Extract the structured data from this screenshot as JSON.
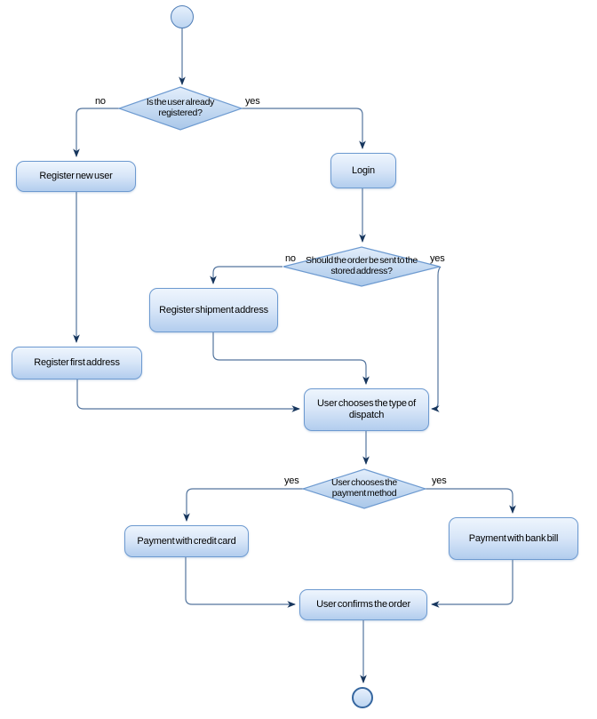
{
  "diagram": {
    "type": "activity-flowchart",
    "nodes": {
      "register_new_user": "Register new user",
      "login": "Login",
      "register_shipment_address": "Register shipment address",
      "register_first_address": "Register first address",
      "choose_dispatch": "User chooses the type of dispatch",
      "payment_credit_card": "Payment with credit card",
      "payment_bank_bill": "Payment with bank bill",
      "confirm_order": "User confirms the order"
    },
    "decisions": {
      "registered": "Is the user already registered?",
      "stored_address": "Should the order be sent to the stored address?",
      "payment_method": "User chooses the payment method"
    },
    "edge_labels": {
      "registered_no": "no",
      "registered_yes": "yes",
      "stored_no": "no",
      "stored_yes": "yes",
      "payment_left": "yes",
      "payment_right": "yes"
    },
    "colors": {
      "node_border": "#6d9ad0",
      "node_fill_top": "#eef5fd",
      "node_fill_bottom": "#b2cdee",
      "connector": "#54759e",
      "arrowhead": "#17365d",
      "text": "#000000"
    }
  }
}
